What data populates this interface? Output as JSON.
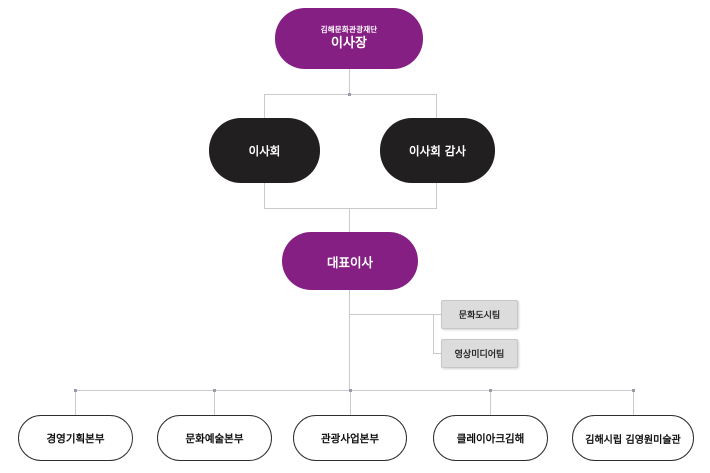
{
  "org_chart": {
    "chairman": {
      "org": "김해문화관광재단",
      "title": "이사장"
    },
    "board": {
      "label": "이사회"
    },
    "board_audit": {
      "label": "이사회 감사"
    },
    "ceo": {
      "label": "대표이사"
    },
    "teams": [
      {
        "label": "문화도시팀"
      },
      {
        "label": "영상미디어팀"
      }
    ],
    "divisions": [
      {
        "label": "경영기획본부"
      },
      {
        "label": "문화예술본부"
      },
      {
        "label": "관광사업본부"
      },
      {
        "label": "클레이아크김해"
      },
      {
        "label": "김해시립 김영원미술관"
      }
    ],
    "colors": {
      "primary_purple": "#861f83",
      "dark_box": "#221f20",
      "team_gray": "#dcdcdc",
      "connector_line": "#c9c9ce",
      "division_border": "#2e2e2e"
    }
  }
}
